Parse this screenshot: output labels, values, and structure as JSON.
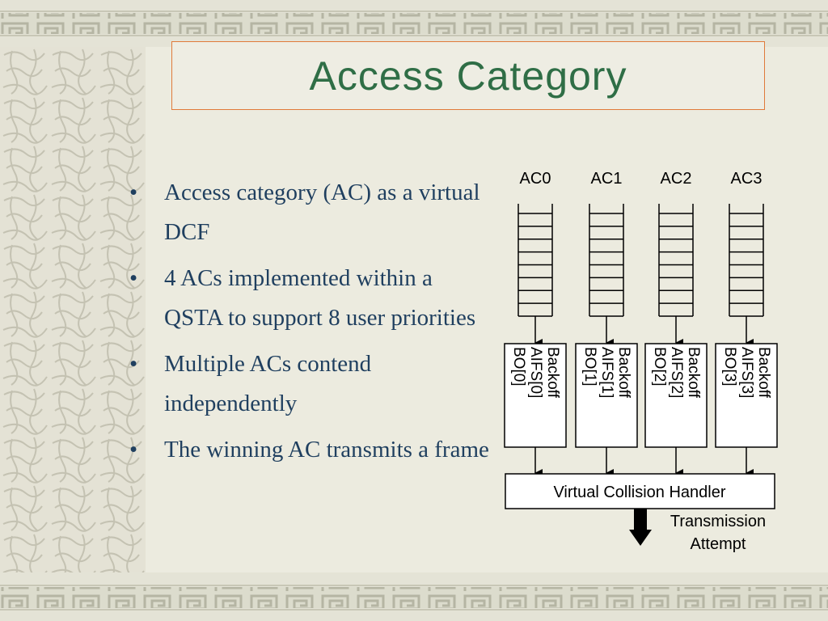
{
  "slide": {
    "title": "Access Category",
    "bullets": [
      "Access category (AC) as a virtual DCF",
      "4 ACs implemented within a QSTA to support 8 user priorities",
      "Multiple ACs contend independently",
      "The winning AC transmits a frame"
    ]
  },
  "diagram": {
    "categories": [
      {
        "label": "AC0",
        "backoff": "Backoff",
        "aifs": "AIFS[0]",
        "bo": "BO[0]"
      },
      {
        "label": "AC1",
        "backoff": "Backoff",
        "aifs": "AIFS[1]",
        "bo": "BO[1]"
      },
      {
        "label": "AC2",
        "backoff": "Backoff",
        "aifs": "AIFS[2]",
        "bo": "BO[2]"
      },
      {
        "label": "AC3",
        "backoff": "Backoff",
        "aifs": "AIFS[3]",
        "bo": "BO[3]"
      }
    ],
    "handler": "Virtual Collision Handler",
    "output_line1": "Transmission",
    "output_line2": "Attempt"
  },
  "colors": {
    "title": "#2f6e46",
    "title_border": "#e07a3a",
    "bullet_text": "#1f3f5f",
    "background": "#ecebdf"
  }
}
